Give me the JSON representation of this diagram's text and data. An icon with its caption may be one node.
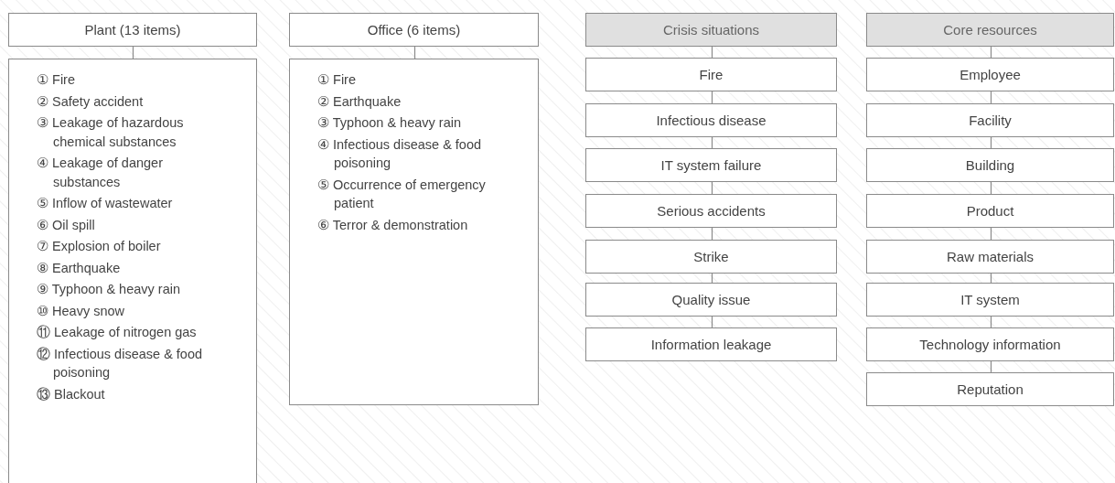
{
  "diagram": {
    "nodes": [
      {
        "text": [
          "Plant (13 items)"
        ]
      },
      {
        "text": [
          "① Fire",
          "② Safety accident",
          "③ Leakage of hazardous chemical substances",
          "④ Leakage of danger substances",
          "⑤ Inflow of wastewater",
          "⑥ Oil spill",
          "⑦ Explosion of boiler",
          "⑧ Earthquake",
          "⑨ Typhoon & heavy rain",
          "⑩ Heavy snow",
          "⑪ Leakage of nitrogen gas",
          "⑫ Infectious disease & food poisoning",
          "⑬ Blackout"
        ]
      },
      {
        "text": [
          "Office (6 items)"
        ]
      },
      {
        "text": [
          "① Fire",
          "② Earthquake",
          "③ Typhoon & heavy rain",
          "④ Infectious disease & food poisoning",
          "⑤ Occurrence of emergency patient",
          "⑥ Terror & demonstration"
        ]
      },
      {
        "text": [
          "Crisis situations"
        ]
      },
      {
        "text": [
          "Fire"
        ]
      },
      {
        "text": [
          "Infectious disease"
        ]
      },
      {
        "text": [
          "IT system failure"
        ]
      },
      {
        "text": [
          "Serious accidents"
        ]
      },
      {
        "text": [
          "Strike"
        ]
      },
      {
        "text": [
          "Quality issue"
        ]
      },
      {
        "text": [
          "Information leakage"
        ]
      },
      {
        "text": [
          "Core resources"
        ]
      },
      {
        "text": [
          "Employee"
        ]
      },
      {
        "text": [
          "Facility"
        ]
      },
      {
        "text": [
          "Building"
        ]
      },
      {
        "text": [
          "Product"
        ]
      },
      {
        "text": [
          "Raw materials"
        ]
      },
      {
        "text": [
          "IT system"
        ]
      },
      {
        "text": [
          "Technology information"
        ]
      },
      {
        "text": [
          "Reputation"
        ]
      }
    ],
    "edges": [
      {
        "from": 0,
        "to": 1,
        "arrow": "none"
      },
      {
        "from": 2,
        "to": 3,
        "arrow": "none"
      },
      {
        "from": 4,
        "to": 5,
        "arrow": "none"
      },
      {
        "from": 5,
        "to": 6,
        "arrow": "none"
      },
      {
        "from": 6,
        "to": 7,
        "arrow": "none"
      },
      {
        "from": 7,
        "to": 8,
        "arrow": "none"
      },
      {
        "from": 8,
        "to": 9,
        "arrow": "none"
      },
      {
        "from": 9,
        "to": 10,
        "arrow": "none"
      },
      {
        "from": 10,
        "to": 11,
        "arrow": "none"
      },
      {
        "from": 12,
        "to": 13,
        "arrow": "none"
      },
      {
        "from": 13,
        "to": 14,
        "arrow": "none"
      },
      {
        "from": 14,
        "to": 15,
        "arrow": "none"
      },
      {
        "from": 15,
        "to": 16,
        "arrow": "none"
      },
      {
        "from": 16,
        "to": 17,
        "arrow": "none"
      },
      {
        "from": 17,
        "to": 18,
        "arrow": "none"
      },
      {
        "from": 18,
        "to": 19,
        "arrow": "none"
      },
      {
        "from": 19,
        "to": 20,
        "arrow": "none"
      }
    ]
  }
}
